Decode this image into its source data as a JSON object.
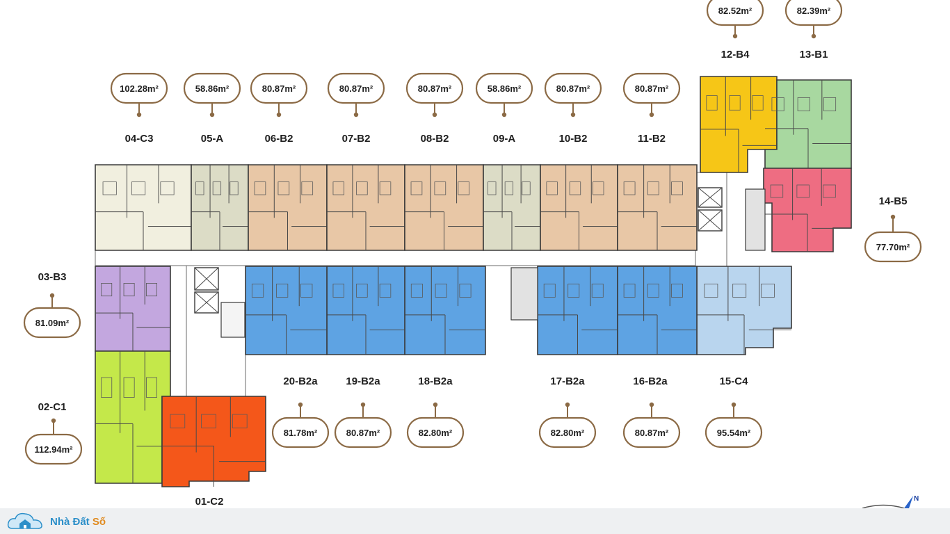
{
  "units": [
    {
      "id": "04-C3",
      "area": "102.28m²",
      "color": "#f1efdf"
    },
    {
      "id": "05-A",
      "area": "58.86m²",
      "color": "#dcdcc6"
    },
    {
      "id": "06-B2",
      "area": "80.87m²",
      "color": "#e8c7a6"
    },
    {
      "id": "07-B2",
      "area": "80.87m²",
      "color": "#e8c7a6"
    },
    {
      "id": "08-B2",
      "area": "80.87m²",
      "color": "#e8c7a6"
    },
    {
      "id": "09-A",
      "area": "58.86m²",
      "color": "#dcdcc6"
    },
    {
      "id": "10-B2",
      "area": "80.87m²",
      "color": "#e8c7a6"
    },
    {
      "id": "11-B2",
      "area": "80.87m²",
      "color": "#e8c7a6"
    },
    {
      "id": "12-B4",
      "area": "82.52m²",
      "color": "#f6c617"
    },
    {
      "id": "13-B1",
      "area": "82.39m²",
      "color": "#a8d8a0"
    },
    {
      "id": "14-B5",
      "area": "77.70m²",
      "color": "#ee6d82"
    },
    {
      "id": "15-C4",
      "area": "95.54m²",
      "color": "#b9d5ee"
    },
    {
      "id": "16-B2a",
      "area": "80.87m²",
      "color": "#5ea3e3"
    },
    {
      "id": "17-B2a",
      "area": "82.80m²",
      "color": "#5ea3e3"
    },
    {
      "id": "18-B2a",
      "area": "82.80m²",
      "color": "#5ea3e3"
    },
    {
      "id": "19-B2a",
      "area": "80.87m²",
      "color": "#5ea3e3"
    },
    {
      "id": "20-B2a",
      "area": "81.78m²",
      "color": "#5ea3e3"
    },
    {
      "id": "01-C2",
      "area": "",
      "color": "#f4571a"
    },
    {
      "id": "02-C1",
      "area": "112.94m²",
      "color": "#c4e84a"
    },
    {
      "id": "03-B3",
      "area": "81.09m²",
      "color": "#c3a7df"
    }
  ],
  "compass": {
    "north_label": "N"
  },
  "logo": {
    "text_a": "Nhà Đất ",
    "text_b": "Số"
  }
}
